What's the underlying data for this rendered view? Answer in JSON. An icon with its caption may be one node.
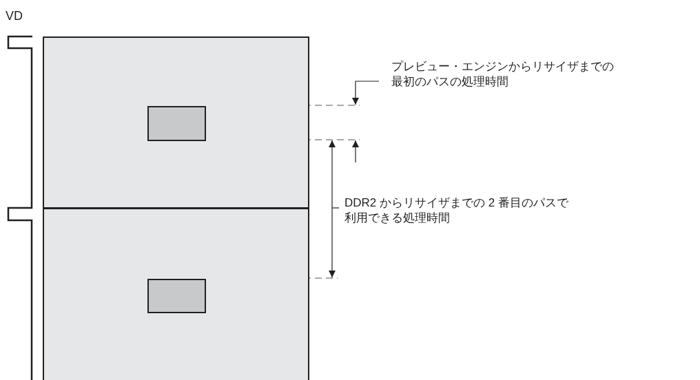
{
  "diagram": {
    "nodes": [
      {
        "text": [],
        "shape": "box"
      },
      {
        "text": [],
        "shape": "box",
        "in": 0
      },
      {
        "text": [],
        "shape": "box"
      },
      {
        "text": [],
        "shape": "box",
        "in": 2
      },
      {
        "text": [
          "プレビュー・エンジンからリサイザまでの最初のパスの処理時間"
        ]
      },
      {
        "text": [
          "DDR2 からリサイザまでの 2 番目のパスで利用できる処理時間"
        ]
      }
    ],
    "edges": [
      {
        "from": 4,
        "to": null,
        "arrow": "to"
      },
      {
        "from": 5,
        "to": null,
        "arrow": "none"
      }
    ],
    "labels": [
      "VD"
    ]
  }
}
